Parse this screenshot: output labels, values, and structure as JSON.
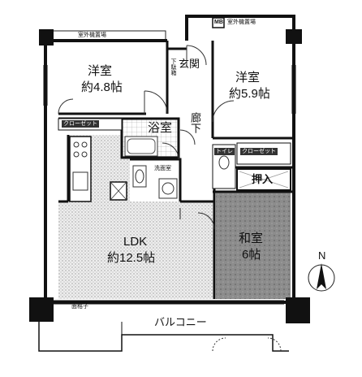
{
  "plan": {
    "balcony_top": "室外機置場",
    "mb": "MB",
    "ac_unit_right": "室外機置場",
    "genkan": "玄関",
    "kutsubako": "下駄箱",
    "room_west_name": "洋室",
    "room_west_size": "約4.8帖",
    "room_east_name": "洋室",
    "room_east_size": "約5.9帖",
    "corridor": "廊下",
    "closet_left": "クローゼット",
    "bath": "浴室",
    "toilet": "トイレ",
    "closet_right": "クローゼット",
    "washroom": "洗面室",
    "oshiire": "押入",
    "ldk_name": "LDK",
    "ldk_size": "約12.5帖",
    "washitsu_name": "和室",
    "washitsu_size": "6帖",
    "kurumado": "面格子",
    "balcony": "バルコニー",
    "north": "N"
  }
}
